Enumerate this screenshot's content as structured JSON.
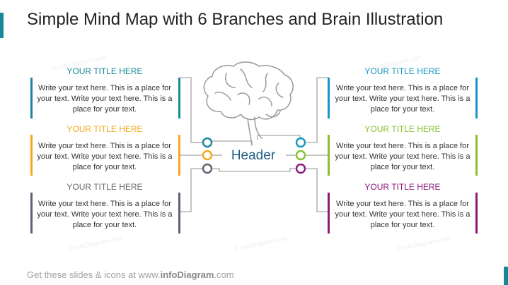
{
  "slide": {
    "title": "Simple Mind Map with 6 Branches and Brain Illustration",
    "header": "Header",
    "footer": {
      "prefix": "Get these slides & icons at www.",
      "brand": "infoDiagram",
      "suffix": ".com"
    },
    "watermark": "© infoDiagram.com"
  },
  "branches": {
    "left": [
      {
        "title": "YOUR TITLE HERE",
        "text": "Write your text here. This is a place for your text. Write your text here. This is a place for your text.",
        "color": "#17879a"
      },
      {
        "title": "YOUR TITLE HERE",
        "text": "Write your text here. This is a place for your text. Write your text here. This is a place for your text.",
        "color": "#f4a81c"
      },
      {
        "title": "YOUR TITLE HERE",
        "text": "Write your text here. This is a place for your text. Write your text here. This is a place for your text.",
        "color": "#5f6173"
      }
    ],
    "right": [
      {
        "title": "YOUR TITLE HERE",
        "text": "Write your text here. This is a place for your text. Write your text here. This is a place for your text.",
        "color": "#1497c4"
      },
      {
        "title": "YOUR TITLE HERE",
        "text": "Write your text here. This is a place for your text. Write your text here. This is a place for your text.",
        "color": "#86c230"
      },
      {
        "title": "YOUR TITLE HERE",
        "text": "Write your text here. This is a place for your text. Write your text here. This is a place for your text.",
        "color": "#8b1a7e"
      }
    ]
  },
  "icons": {
    "center": "brain-icon"
  },
  "colors": {
    "accent": "#17879a",
    "connector": "#a6a6a6",
    "header": "#1f5f86"
  }
}
